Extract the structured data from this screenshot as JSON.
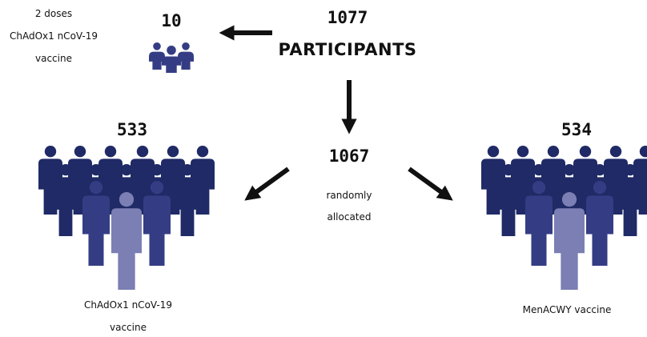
{
  "top": {
    "participants_count": "1077",
    "participants_label": "PARTICIPANTS",
    "excluded_count": "10",
    "excluded_desc_line1": "2 doses",
    "excluded_desc_line2": "ChAdOx1 nCoV-19",
    "excluded_desc_line3": "vaccine"
  },
  "middle": {
    "allocated_count": "1067",
    "allocated_line1": "randomly",
    "allocated_line2": "allocated"
  },
  "left_group": {
    "count": "533",
    "label_line1": "ChAdOx1 nCoV-19",
    "label_line2": "vaccine"
  },
  "right_group": {
    "count": "534",
    "label_line1": "MenACWY vaccine"
  },
  "colors": {
    "dark_navy": "#1f2a66",
    "mid_navy": "#343d84",
    "light_purple": "#7b7fb3",
    "arrow": "#111111"
  },
  "icons": [
    "person-group-icon",
    "arrow-icon"
  ]
}
